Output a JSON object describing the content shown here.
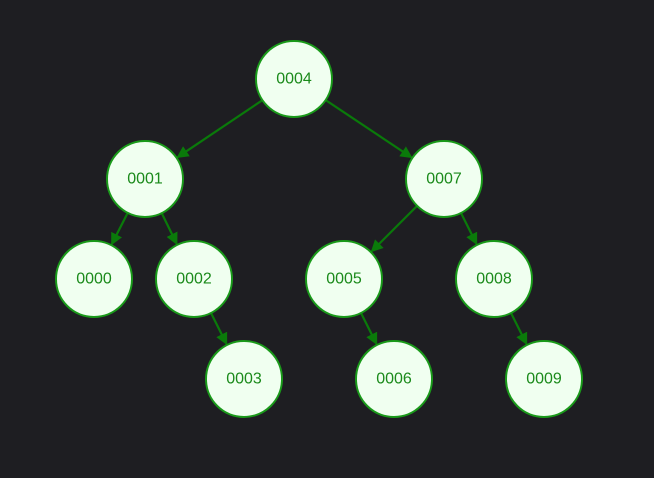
{
  "colors": {
    "background": "#1e1e22",
    "node_fill": "#f0fff0",
    "node_stroke": "#1a9a1a",
    "edge": "#0a7a0a",
    "label": "#1a8a1a"
  },
  "tree": {
    "nodes": [
      {
        "id": "n4",
        "label": "0004"
      },
      {
        "id": "n1",
        "label": "0001"
      },
      {
        "id": "n7",
        "label": "0007"
      },
      {
        "id": "n0",
        "label": "0000"
      },
      {
        "id": "n2",
        "label": "0002"
      },
      {
        "id": "n3",
        "label": "0003"
      },
      {
        "id": "n5",
        "label": "0005"
      },
      {
        "id": "n6",
        "label": "0006"
      },
      {
        "id": "n8",
        "label": "0008"
      },
      {
        "id": "n9",
        "label": "0009"
      }
    ],
    "edges": [
      {
        "from": "n4",
        "to": "n1"
      },
      {
        "from": "n4",
        "to": "n7"
      },
      {
        "from": "n1",
        "to": "n0"
      },
      {
        "from": "n1",
        "to": "n2"
      },
      {
        "from": "n2",
        "to": "n3"
      },
      {
        "from": "n7",
        "to": "n5"
      },
      {
        "from": "n7",
        "to": "n8"
      },
      {
        "from": "n5",
        "to": "n6"
      },
      {
        "from": "n8",
        "to": "n9"
      }
    ]
  }
}
